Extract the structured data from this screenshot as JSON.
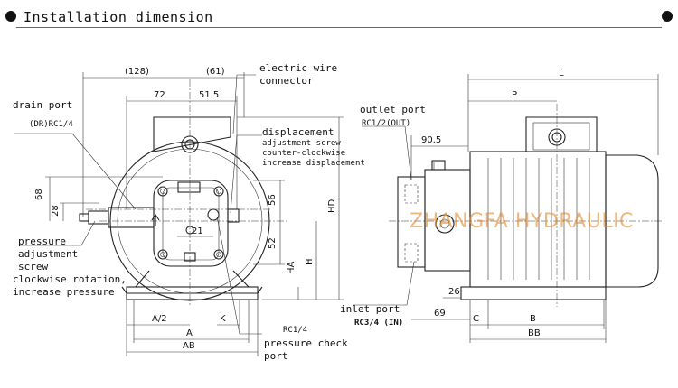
{
  "header": {
    "title": "Installation dimension"
  },
  "watermark": "ZHANGFA HYDRAULIC",
  "labels": {
    "electric_wire_connector_1": "electric wire",
    "electric_wire_connector_2": "connector",
    "drain_port": "drain port",
    "drain_port_spec": "(DR)RC1/4",
    "displacement": "displacement",
    "displacement_l1": "adjustment screw",
    "displacement_l2": "counter-clockwise",
    "displacement_l3": "increase displacement",
    "pressure_adj_1": "pressure",
    "pressure_adj_2": "adjustment",
    "pressure_adj_3": "screw",
    "pressure_adj_4": "clockwise rotation,",
    "pressure_adj_5": "increase pressure",
    "pressure_check_spec": "RC1/4",
    "pressure_check_1": "pressure check",
    "pressure_check_2": "port",
    "outlet_port": "outlet port",
    "outlet_port_spec": "RC1/2(OUT)",
    "inlet_port": "inlet port",
    "inlet_port_spec": "RC3/4 (IN)"
  },
  "dimensions": {
    "d128": "(128)",
    "d61": "(61)",
    "d72": "72",
    "d51_5": "51.5",
    "d68": "68",
    "d28": "28",
    "d56": "56",
    "d52": "52",
    "d21": "21",
    "HD": "HD",
    "H": "H",
    "HA": "HA",
    "A_half": "A/2",
    "K": "K",
    "A": "A",
    "AB": "AB",
    "L": "L",
    "P": "P",
    "d90_5": "90.5",
    "d26": "26",
    "d69": "69",
    "C": "C",
    "B": "B",
    "BB": "BB"
  }
}
